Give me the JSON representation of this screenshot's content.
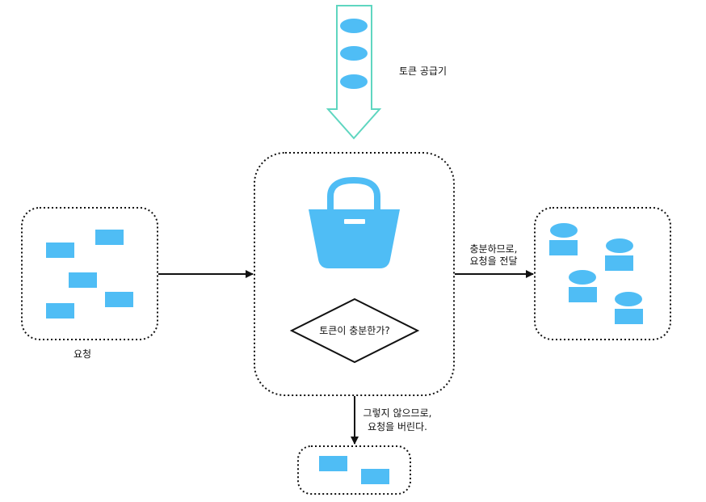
{
  "supplier": {
    "label": "토큰 공급기"
  },
  "bucket": {
    "decision": "토큰이 충분한가?"
  },
  "requests": {
    "label": "요청"
  },
  "forward": {
    "line1": "충분하므로,",
    "line2": "요청을 전달"
  },
  "drop": {
    "line1": "그렇지 않으므로,",
    "line2": "요청을 버린다."
  },
  "colors": {
    "token": "#4fbdf5",
    "request": "#4fbdf5",
    "bucket": "#4fbdf5",
    "supplier_outline": "#5fd6c0",
    "border": "#111111",
    "arrow": "#111111"
  },
  "icons": {
    "bucket": "shopping-basket-icon"
  }
}
